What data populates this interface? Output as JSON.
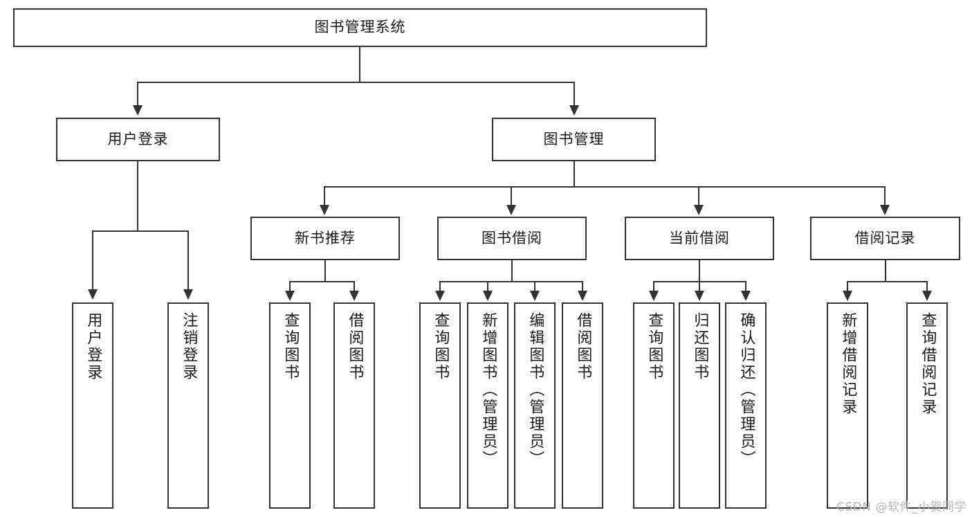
{
  "diagram": {
    "type": "tree-hierarchy",
    "title": "图书管理系统",
    "watermark": "CSDN @软件_小贺同学",
    "colors": {
      "background": "#ffffff",
      "box_border": "#333333",
      "connector": "#333333",
      "text": "#1a1a1a",
      "watermark": "#b7b7b7"
    }
  },
  "nodes": {
    "root": {
      "label": "图书管理系统",
      "level": 1
    },
    "l2": [
      {
        "id": "user-login",
        "label": "用户登录",
        "level": 2
      },
      {
        "id": "book-manage",
        "label": "图书管理",
        "level": 2
      }
    ],
    "l3": [
      {
        "id": "new-book-recommend",
        "label": "新书推荐",
        "level": 3
      },
      {
        "id": "book-borrow",
        "label": "图书借阅",
        "level": 3
      },
      {
        "id": "current-borrow",
        "label": "当前借阅",
        "level": 3
      },
      {
        "id": "borrow-record",
        "label": "借阅记录",
        "level": 3
      }
    ],
    "leaves": {
      "user-login": [
        {
          "id": "leaf-user-login",
          "label": "用户登录"
        },
        {
          "id": "leaf-logout",
          "label": "注销登录"
        }
      ],
      "new-book-recommend": [
        {
          "id": "leaf-query-book-1",
          "label": "查询图书"
        },
        {
          "id": "leaf-borrow-book-1",
          "label": "借阅图书"
        }
      ],
      "book-borrow": [
        {
          "id": "leaf-query-book-2",
          "label": "查询图书"
        },
        {
          "id": "leaf-add-book",
          "label": "新增图书（管理员）"
        },
        {
          "id": "leaf-edit-book",
          "label": "编辑图书（管理员）"
        },
        {
          "id": "leaf-borrow-book-2",
          "label": "借阅图书"
        }
      ],
      "current-borrow": [
        {
          "id": "leaf-query-book-3",
          "label": "查询图书"
        },
        {
          "id": "leaf-return-book",
          "label": "归还图书"
        },
        {
          "id": "leaf-confirm-return",
          "label": "确认归还（管理员）"
        }
      ],
      "borrow-record": [
        {
          "id": "leaf-add-record",
          "label": "新增借阅记录"
        },
        {
          "id": "leaf-query-record",
          "label": "查询借阅记录"
        }
      ]
    }
  }
}
